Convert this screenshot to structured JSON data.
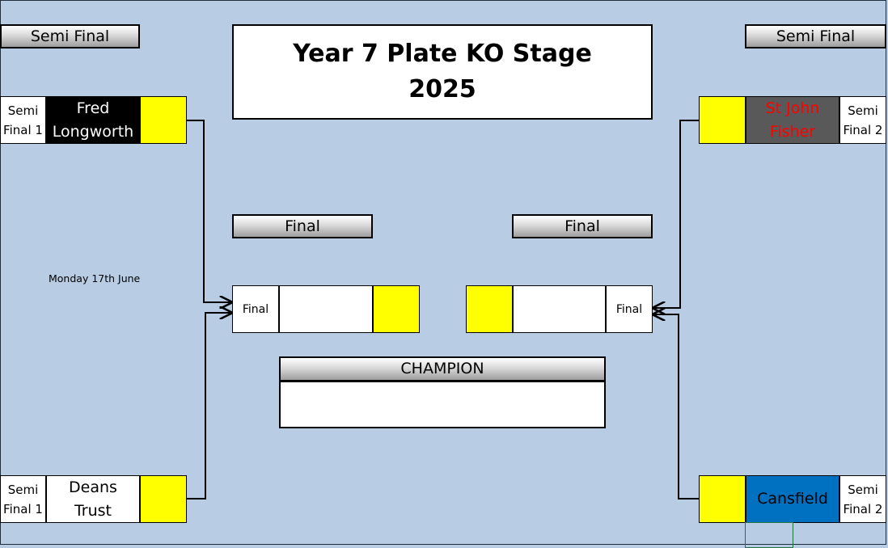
{
  "title": {
    "line1": "Year 7 Plate KO Stage",
    "line2": "2025"
  },
  "headers": {
    "semi_left": "Semi Final",
    "semi_right": "Semi Final",
    "final_left": "Final",
    "final_right": "Final",
    "champion": "CHAMPION"
  },
  "date_note": "Monday 17th June",
  "semi_left": {
    "top": {
      "label_l1": "Semi",
      "label_l2": "Final 1",
      "team_l1": "Fred",
      "team_l2": "Longworth"
    },
    "bottom": {
      "label_l1": "Semi",
      "label_l2": "Final 1",
      "team_l1": "Deans",
      "team_l2": "Trust"
    }
  },
  "semi_right": {
    "top": {
      "label_l1": "Semi",
      "label_l2": "Final 2",
      "team_l1": "St John",
      "team_l2": "Fisher"
    },
    "bottom": {
      "label_l1": "Semi",
      "label_l2": "Final 2",
      "team_l1": "Cansfield"
    }
  },
  "final": {
    "left_label": "Final",
    "right_label": "Final"
  },
  "colors": {
    "background": "#b8cce4",
    "score_box": "#ffff00",
    "fred_bg": "#000000",
    "stjohn_bg": "#595959",
    "stjohn_text": "#ff0000",
    "cansfield_bg": "#0070c0"
  }
}
